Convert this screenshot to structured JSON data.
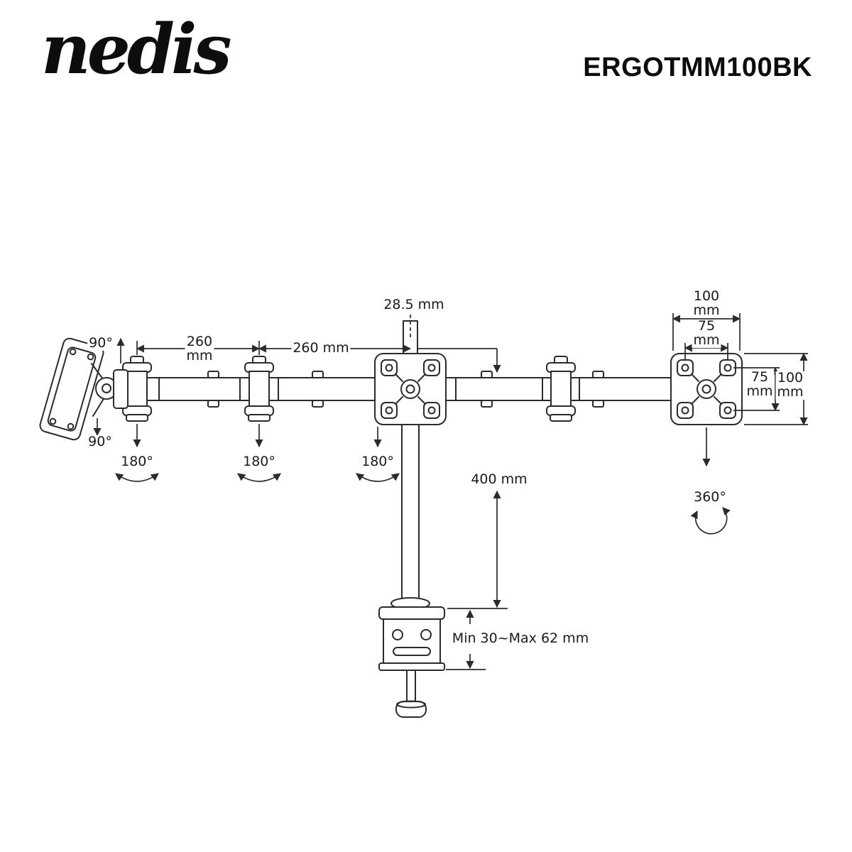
{
  "header": {
    "brand": "nedis",
    "model": "ERGOTMM100BK"
  },
  "diagram": {
    "labels": {
      "pole_diameter": "28.5 mm",
      "tilt_up": "90°",
      "tilt_down": "90°",
      "arm_left": "260\nmm",
      "arm_right": "260 mm",
      "swivel_left": "180°",
      "swivel_mid": "180°",
      "swivel_center": "180°",
      "vesa_top_100": "100\nmm",
      "vesa_top_75": "75\nmm",
      "vesa_side_75": "75\nmm",
      "vesa_side_100": "100\nmm",
      "pole_height": "400 mm",
      "clamp_range": "Min 30~Max 62 mm",
      "rotation": "360°"
    },
    "colors": {
      "ink": "#2b2b2b",
      "text": "#1a1a1a",
      "background": "#ffffff"
    }
  }
}
